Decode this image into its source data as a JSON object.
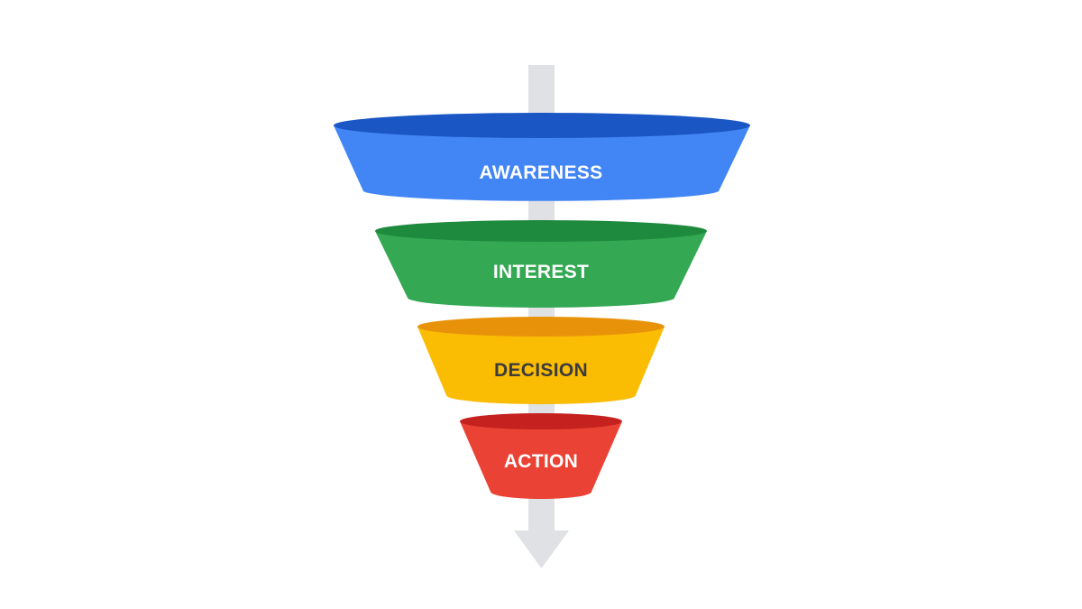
{
  "funnel": {
    "stages": [
      {
        "label": "AWARENESS",
        "fill": "#4285F4",
        "rim": "#1A57C4",
        "text_color": "#FFFFFF"
      },
      {
        "label": "INTEREST",
        "fill": "#34A853",
        "rim": "#1E8A3D",
        "text_color": "#FFFFFF"
      },
      {
        "label": "DECISION",
        "fill": "#FBBC04",
        "rim": "#E8920A",
        "text_color": "#3C3C3C"
      },
      {
        "label": "ACTION",
        "fill": "#EA4335",
        "rim": "#C5221F",
        "text_color": "#FFFFFF"
      }
    ],
    "arrow_color": "#DFE1E5"
  }
}
